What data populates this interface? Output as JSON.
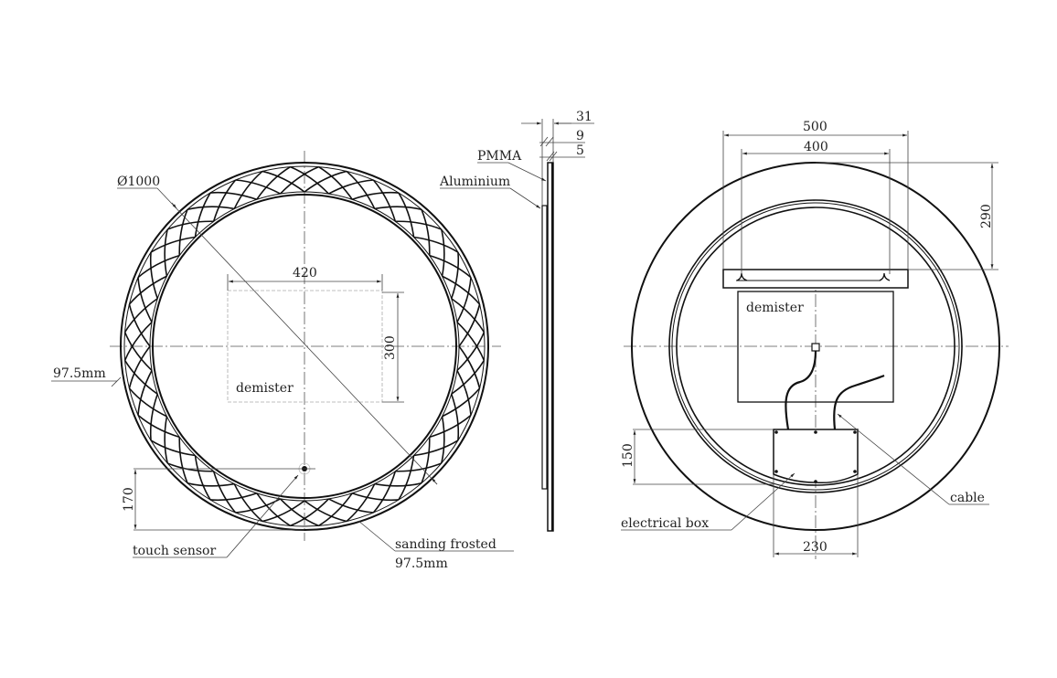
{
  "front_view": {
    "diameter": "Ø1000",
    "width_demister": "420",
    "height_demister": "300",
    "demister_label": "demister",
    "border_width_left": "97.5mm",
    "sensor_height": "170",
    "touch_sensor_label": "touch sensor",
    "sanding_label": "sanding frosted",
    "sanding_width": "97.5mm"
  },
  "side_view": {
    "total_thickness": "31",
    "dim_9": "9",
    "dim_5": "5",
    "pmma_label": "PMMA",
    "aluminium_label": "Aluminium"
  },
  "rear_view": {
    "bracket_width": "500",
    "bracket_holes": "400",
    "bracket_height": "290",
    "demister_label": "demister",
    "box_height": "150",
    "box_width": "230",
    "electrical_box_label": "electrical box",
    "cable_label": "cable"
  }
}
